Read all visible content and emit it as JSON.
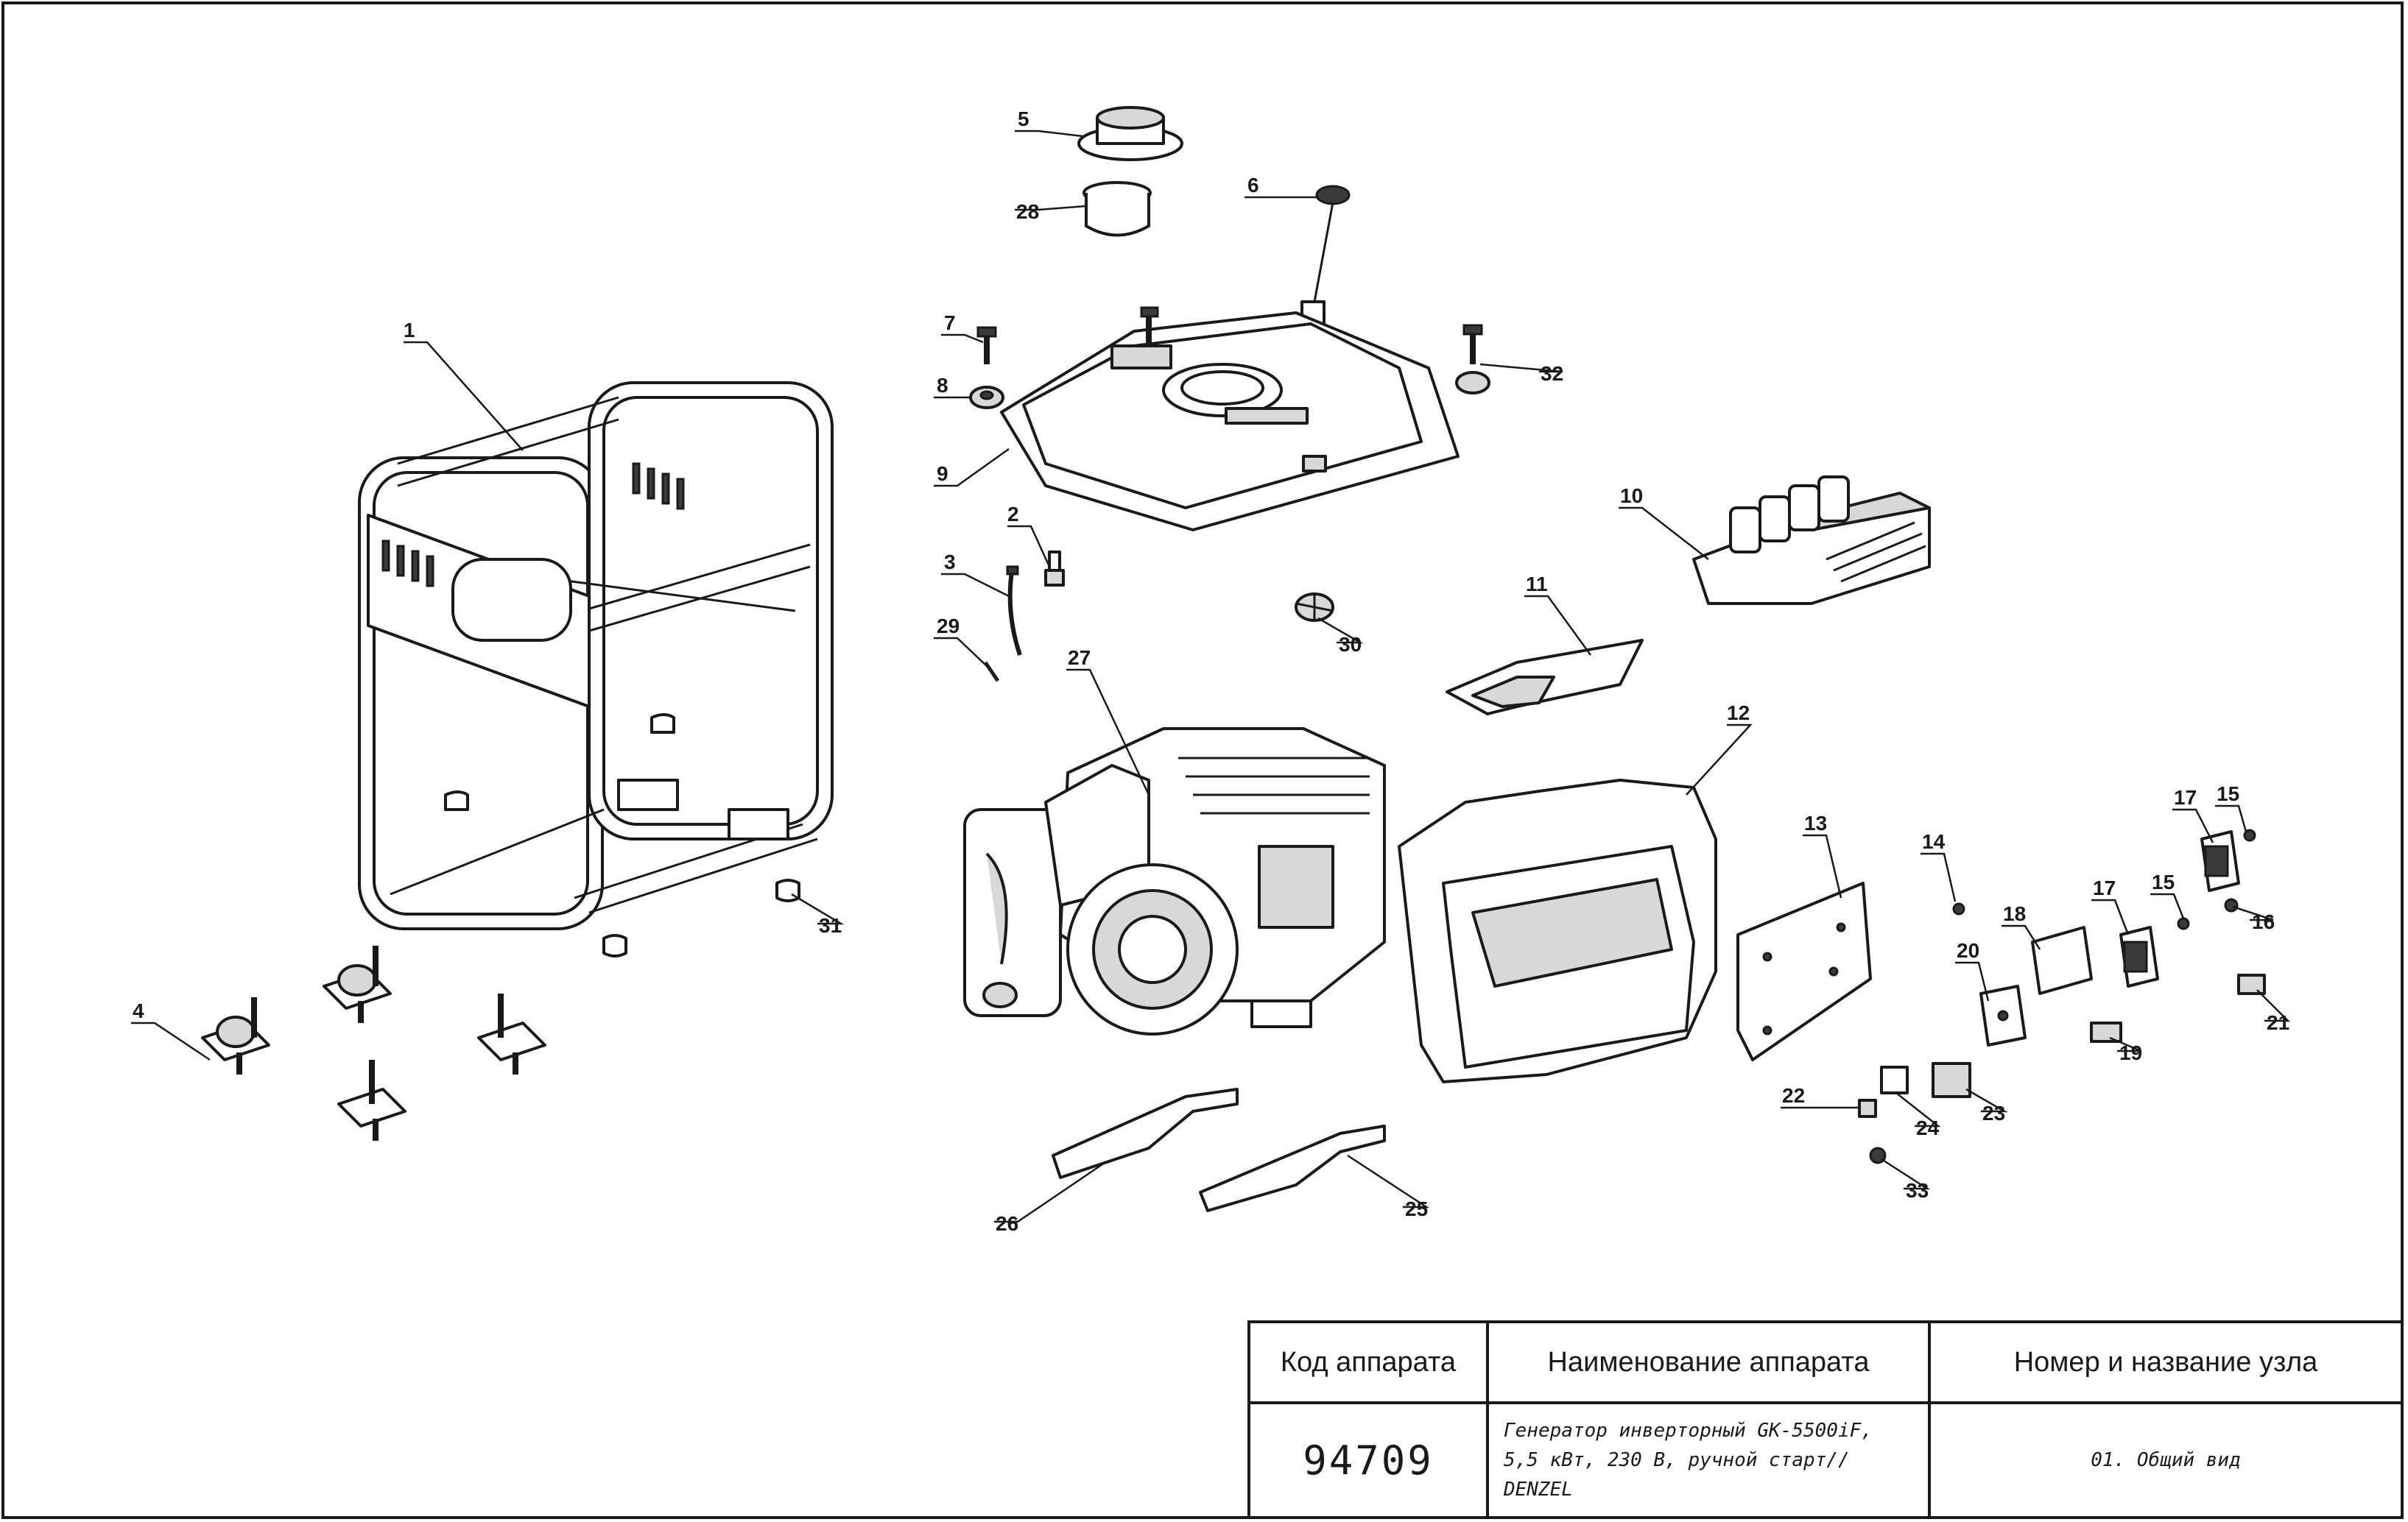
{
  "diagram": {
    "type": "exploded parts diagram",
    "callouts": [
      "1",
      "2",
      "3",
      "4",
      "5",
      "6",
      "7",
      "8",
      "9",
      "10",
      "11",
      "12",
      "13",
      "14",
      "15",
      "15",
      "16",
      "17",
      "17",
      "18",
      "19",
      "20",
      "21",
      "22",
      "23",
      "24",
      "25",
      "26",
      "27",
      "28",
      "29",
      "30",
      "31",
      "32",
      "33"
    ]
  },
  "title_block": {
    "headers": {
      "code": "Код аппарата",
      "name": "Наименование аппарата",
      "node": "Номер и название узла"
    },
    "values": {
      "code": "94709",
      "name_line1": "Генератор инверторный GK-5500iF,",
      "name_line2": "5,5 кВт, 230 В, ручной старт// DENZEL",
      "node": "01. Общий вид"
    }
  }
}
